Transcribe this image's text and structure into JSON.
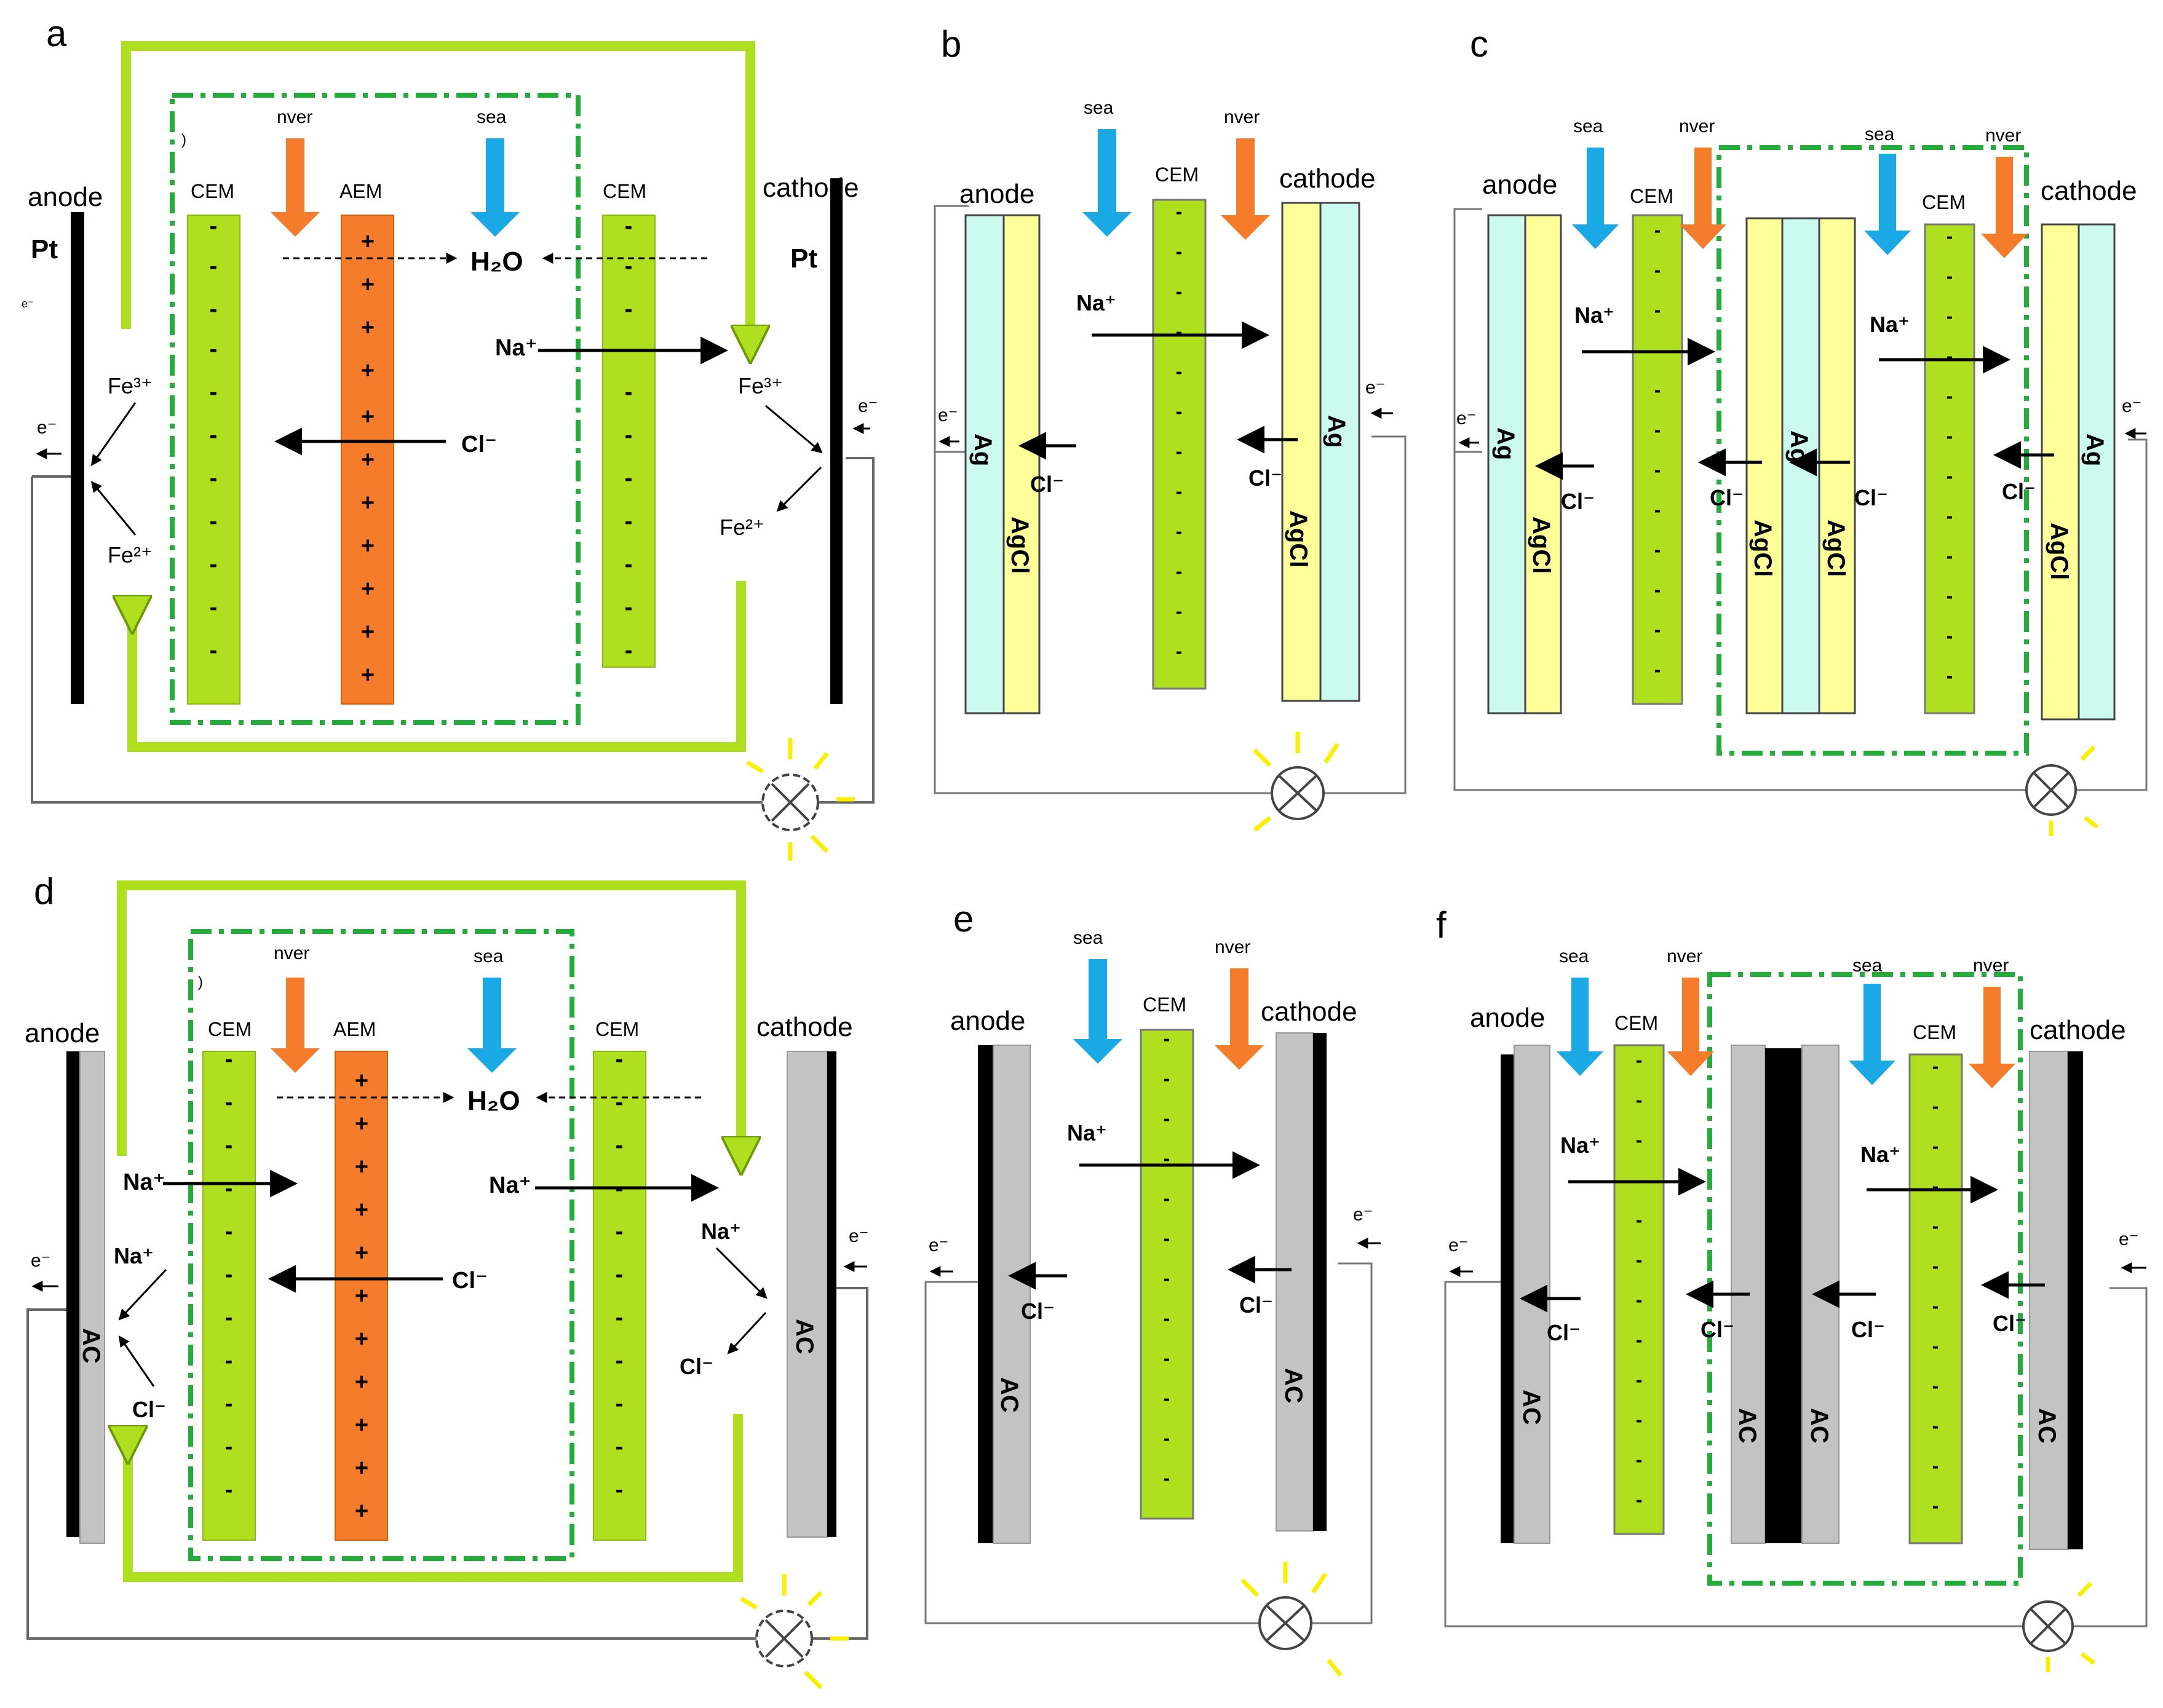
{
  "colors": {
    "cem": "#aee020",
    "aem": "#f47c2a",
    "sea_arrow": "#1ba9e6",
    "river_arrow": "#f47c2a",
    "compartment_border": "#25ad3b",
    "ag": "#cdfaee",
    "agcl": "#ffff99",
    "ac": "#c3c3c3",
    "electrode": "#000000",
    "bulb_rays": "#f8f000"
  },
  "panels": {
    "a": {
      "letter": "a",
      "anode": "anode",
      "cathode": "cathode",
      "pt_left": "Pt",
      "pt_right": "Pt",
      "cem_left": "CEM",
      "aem": "AEM",
      "cem_right": "CEM",
      "river": "nver",
      "sea": "sea",
      "water": "H₂O",
      "na": "Na⁺",
      "cl": "Cl⁻",
      "fe3_left": "Fe³⁺",
      "fe2_left": "Fe²⁺",
      "fe3_right": "Fe³⁺",
      "fe2_right": "Fe²⁺",
      "e_left": "e⁻",
      "e_right": "e⁻",
      "e_small": "e⁻",
      "mark": ")"
    },
    "b": {
      "letter": "b",
      "anode": "anode",
      "cathode": "cathode",
      "cem": "CEM",
      "sea": "sea",
      "river": "nver",
      "na": "Na⁺",
      "cl_left": "Cl⁻",
      "cl_right": "Cl⁻",
      "ag_left": "Ag",
      "agcl_left": "AgCl",
      "ag_right": "Ag",
      "agcl_right": "AgCl",
      "e_left": "e⁻",
      "e_right": "e⁻"
    },
    "c": {
      "letter": "c",
      "anode": "anode",
      "cathode": "cathode",
      "cem_1": "CEM",
      "cem_2": "CEM",
      "sea_1": "sea",
      "river_1": "nver",
      "sea_2": "sea",
      "river_2": "nver",
      "na_1": "Na⁺",
      "na_2": "Na⁺",
      "cl_1": "Cl⁻",
      "cl_2": "Cl⁻",
      "cl_3": "Cl⁻",
      "cl_4": "Cl⁻",
      "ag_1": "Ag",
      "agcl_1": "AgCl",
      "agcl_2": "AgCl",
      "ag_2": "Ag",
      "agcl_3": "AgCl",
      "ag_3": "Ag",
      "agcl_4": "AgCl",
      "e_left": "e⁻",
      "e_right": "e⁻"
    },
    "d": {
      "letter": "d",
      "anode": "anode",
      "cathode": "cathode",
      "cem_left": "CEM",
      "aem": "AEM",
      "cem_right": "CEM",
      "river": "nver",
      "sea": "sea",
      "water": "H₂O",
      "na_1": "Na⁺",
      "na_2": "Na⁺",
      "na_3": "Na⁺",
      "na_4": "Na⁺",
      "cl_1": "Cl⁻",
      "cl_2": "Cl⁻",
      "cl_3": "Cl⁻",
      "ac_left": "AC",
      "ac_right": "AC",
      "e_left": "e⁻",
      "e_right": "e⁻",
      "mark": ")"
    },
    "e": {
      "letter": "e",
      "anode": "anode",
      "cathode": "cathode",
      "cem": "CEM",
      "sea": "sea",
      "river": "nver",
      "na": "Na⁺",
      "cl_left": "Cl⁻",
      "cl_right": "Cl⁻",
      "ac_left": "AC",
      "ac_right": "AC",
      "e_left": "e⁻",
      "e_right": "e⁻"
    },
    "f": {
      "letter": "f",
      "anode": "anode",
      "cathode": "cathode",
      "cem_1": "CEM",
      "cem_2": "CEM",
      "sea_1": "sea",
      "river_1": "nver",
      "sea_2": "sea",
      "river_2": "nver",
      "na_1": "Na⁺",
      "na_2": "Na⁺",
      "cl_1": "Cl⁻",
      "cl_2": "Cl⁻",
      "cl_3": "Cl⁻",
      "cl_4": "Cl⁻",
      "ac_1": "AC",
      "ac_2": "AC",
      "ac_3": "AC",
      "ac_4": "AC",
      "e_left": "e⁻",
      "e_right": "e⁻"
    }
  }
}
